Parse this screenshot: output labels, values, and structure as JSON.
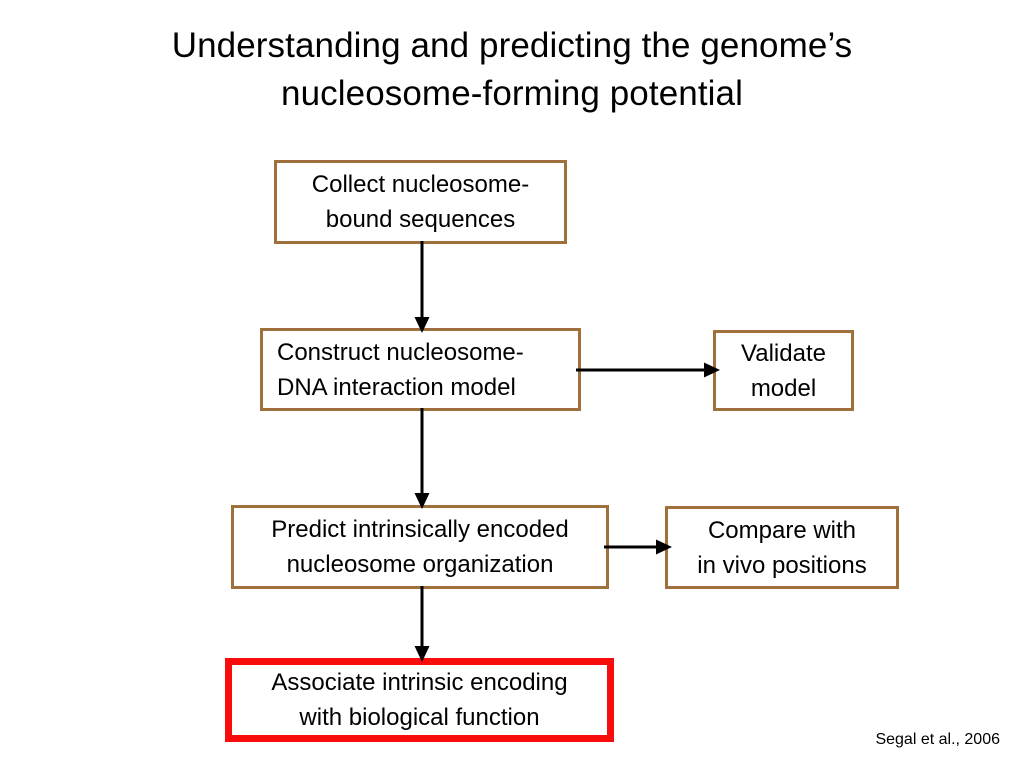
{
  "slide": {
    "title": "Understanding and predicting the genome’s nucleosome-forming potential",
    "background_color": "#ffffff",
    "text_color": "#000000",
    "box_border_color": "#a0703c",
    "highlight_border_color": "#f90c0c",
    "citation": "Segal et al., 2006"
  },
  "diagram": {
    "type": "flowchart",
    "nodes": [
      {
        "id": "collect",
        "label": "Collect nucleosome-\nbound sequences",
        "border_color": "#a0703c",
        "highlighted": false
      },
      {
        "id": "construct",
        "label": "Construct nucleosome-\nDNA interaction model",
        "border_color": "#a0703c",
        "highlighted": false
      },
      {
        "id": "validate",
        "label": "Validate\nmodel",
        "border_color": "#a0703c",
        "highlighted": false
      },
      {
        "id": "predict",
        "label": "Predict intrinsically encoded\nnucleosome organization",
        "border_color": "#a0703c",
        "highlighted": false
      },
      {
        "id": "compare",
        "label": "Compare with\nin vivo positions",
        "border_color": "#a0703c",
        "highlighted": false
      },
      {
        "id": "associate",
        "label": "Associate intrinsic encoding\nwith biological function",
        "border_color": "#f90c0c",
        "highlighted": true
      }
    ],
    "edges": [
      {
        "from": "collect",
        "to": "construct",
        "direction": "down",
        "style": "solid-arrow"
      },
      {
        "from": "construct",
        "to": "validate",
        "direction": "right",
        "style": "solid-arrow"
      },
      {
        "from": "construct",
        "to": "predict",
        "direction": "down",
        "style": "solid-arrow"
      },
      {
        "from": "predict",
        "to": "compare",
        "direction": "right",
        "style": "solid-arrow"
      },
      {
        "from": "predict",
        "to": "associate",
        "direction": "down",
        "style": "solid-arrow"
      }
    ]
  }
}
